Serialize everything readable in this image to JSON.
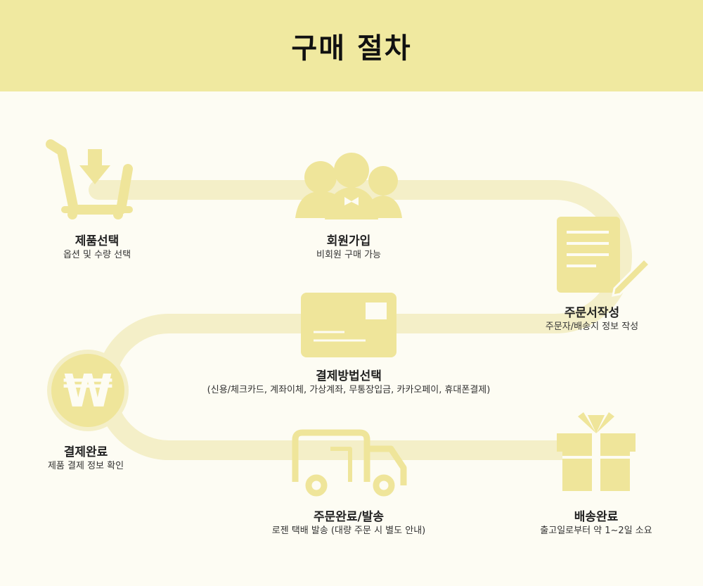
{
  "title": "구매 절차",
  "colors": {
    "header": "#f0e9a0",
    "background": "#fdfcf3",
    "path": "#f4efc8",
    "icon": "#efe59a"
  },
  "steps": [
    {
      "icon": "cart-download-icon",
      "title": "제품선택",
      "desc": "옵션 및 수량 선택"
    },
    {
      "icon": "users-icon",
      "title": "회원가입",
      "desc": "비회원 구매 가능"
    },
    {
      "icon": "document-pen-icon",
      "title": "주문서작성",
      "desc": "주문자/배송지 정보 작성"
    },
    {
      "icon": "card-icon",
      "title": "결제방법선택",
      "desc": "(신용/체크카드, 계좌이체, 가상계좌, 무통장입금, 카카오페이, 휴대폰결제)"
    },
    {
      "icon": "won-coin-icon",
      "title": "결제완료",
      "desc": "제품 결제 정보 확인"
    },
    {
      "icon": "truck-icon",
      "title": "주문완료/발송",
      "desc": "로젠 택배 발송 (대량 주문 시 별도 안내)"
    },
    {
      "icon": "gift-icon",
      "title": "배송완료",
      "desc": "출고일로부터 약 1~2일 소요"
    }
  ]
}
